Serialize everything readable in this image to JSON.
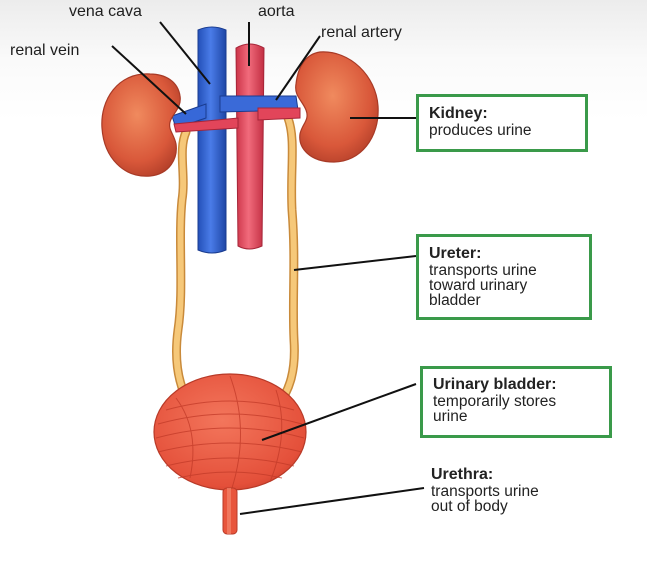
{
  "vessel_labels": {
    "vena_cava": "vena cava",
    "aorta": "aorta",
    "renal_vein": "renal vein",
    "renal_artery": "renal artery"
  },
  "organs": {
    "kidney": {
      "title": "Kidney:",
      "lines": [
        "produces urine"
      ]
    },
    "ureter": {
      "title": "Ureter:",
      "lines": [
        "transports urine",
        "toward urinary",
        "bladder"
      ]
    },
    "bladder": {
      "title": "Urinary bladder:",
      "lines": [
        "temporarily stores",
        "urine"
      ]
    },
    "urethra": {
      "title": "Urethra:",
      "lines": [
        "transports urine",
        "out of body"
      ]
    }
  },
  "colors": {
    "kidney": "#d9583a",
    "vena_cava": "#2f5fd0",
    "aorta": "#e2455a",
    "ureter": "#f0b055",
    "bladder": "#e8553c",
    "box_border": "#3a9a4a"
  }
}
